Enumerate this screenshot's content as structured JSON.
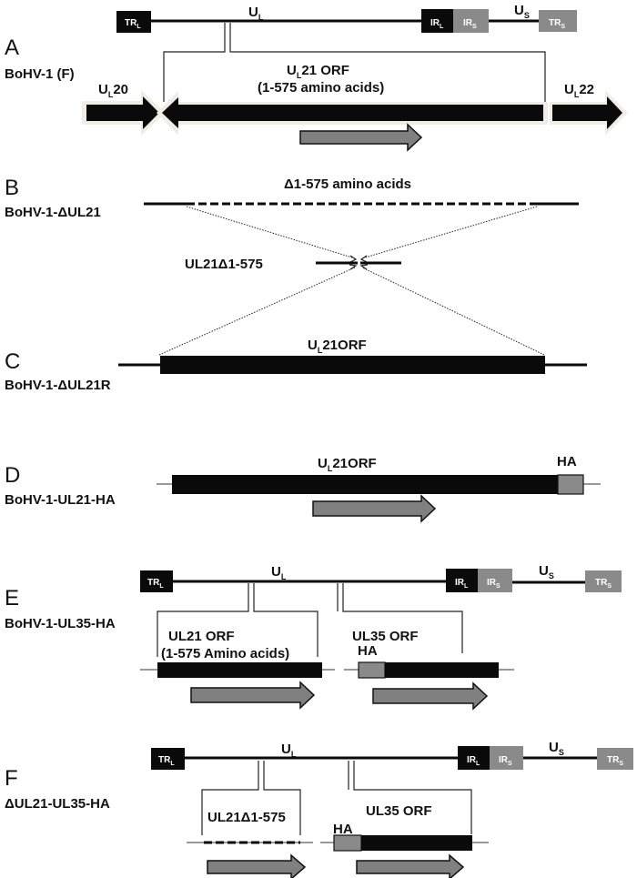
{
  "figure": {
    "panels": [
      {
        "letter": "A",
        "name": "BoHV-1 (F)"
      },
      {
        "letter": "B",
        "name": "BoHV-1-ΔUL21"
      },
      {
        "letter": "C",
        "name": "BoHV-1-ΔUL21R"
      },
      {
        "letter": "D",
        "name": "BoHV-1-UL21-HA"
      },
      {
        "letter": "E",
        "name": "BoHV-1-UL35-HA"
      },
      {
        "letter": "F",
        "name": "ΔUL21-UL35-HA"
      }
    ],
    "genome": {
      "trl": "TR",
      "trl_sub": "L",
      "irl": "IR",
      "irl_sub": "L",
      "irs": "IR",
      "irs_sub": "S",
      "trs": "TR",
      "trs_sub": "S",
      "ul": "U",
      "ul_sub": "L",
      "us": "U",
      "us_sub": "S"
    },
    "panel_a": {
      "ul20": "20",
      "ul22": "22",
      "u": "U",
      "u_sub": "L",
      "orf_line1_pre": "U",
      "orf_line1_sub": "L",
      "orf_line1_post": "21 ORF",
      "orf_line2": "(1-575  amino acids)"
    },
    "panel_b": {
      "deletion_label": "Δ1-575 amino acids",
      "fragment_label": "UL21Δ1-575"
    },
    "panel_c": {
      "orf_pre": "U",
      "orf_sub": "L",
      "orf_post": "21ORF"
    },
    "panel_d": {
      "orf_pre": "U",
      "orf_sub": "L",
      "orf_post": "21ORF",
      "tag": "HA"
    },
    "panel_e": {
      "ul21_line1": "UL21 ORF",
      "ul21_line2": "(1-575 Amino acids)",
      "ul35": "UL35 ORF",
      "tag": "HA"
    },
    "panel_f": {
      "ul21_del": "UL21Δ1-575",
      "ul35": "UL35 ORF",
      "tag": "HA"
    }
  }
}
